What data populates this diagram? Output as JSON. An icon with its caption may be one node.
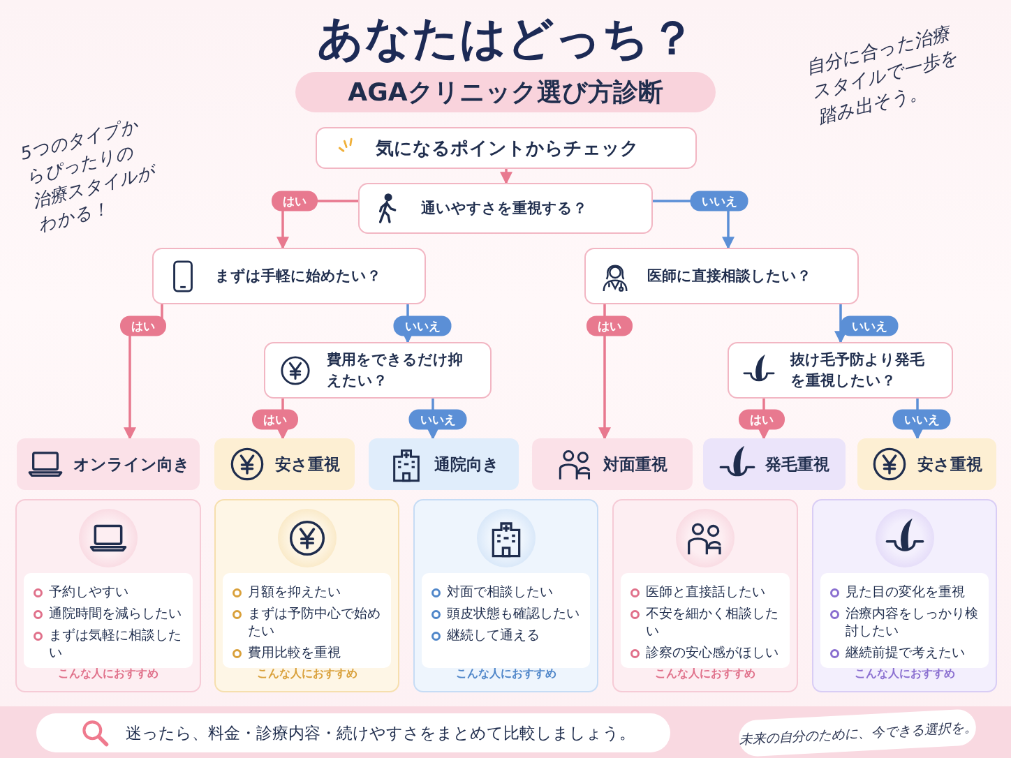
{
  "diagram": {
    "title": "あなたはどっち？",
    "nodes": [
      {
        "text": [
          "気になるポイントからチェック"
        ]
      },
      {
        "text": [
          "通いやすさを重視する？"
        ]
      },
      {
        "text": [
          "まずは手軽に始めたい？"
        ]
      },
      {
        "text": [
          "医師に直接相談したい？"
        ]
      },
      {
        "text": [
          "費用をできるだけ抑えたい？"
        ]
      },
      {
        "text": [
          "抜け毛予防より発毛を重視したい？"
        ]
      },
      {
        "text": [
          "オンライン向き"
        ]
      },
      {
        "text": [
          "安さ重視"
        ]
      },
      {
        "text": [
          "通院向き"
        ]
      },
      {
        "text": [
          "対面重視"
        ]
      },
      {
        "text": [
          "発毛重視"
        ]
      },
      {
        "text": [
          "安さ重視"
        ]
      },
      {
        "text": [
          "予約しやすい",
          "通院時間を減らしたい",
          "まずは気軽に相談したい",
          "こんな人におすすめ"
        ]
      },
      {
        "text": [
          "月額を抑えたい",
          "まずは予防中心で始めたい",
          "費用比較を重視",
          "こんな人におすすめ"
        ]
      },
      {
        "text": [
          "対面で相談したい",
          "頭皮状態も確認したい",
          "継続して通える",
          "こんな人におすすめ"
        ]
      },
      {
        "text": [
          "医師と直接話したい",
          "不安を細かく相談したい",
          "診察の安心感がほしい",
          "こんな人におすすめ"
        ]
      },
      {
        "text": [
          "見た目の変化を重視",
          "治療内容をしっかり検討したい",
          "継続前提で考えたい",
          "こんな人におすすめ"
        ]
      }
    ],
    "edges": [
      {
        "from": 0,
        "to": 1,
        "arrow": "to"
      },
      {
        "from": 1,
        "to": 2,
        "arrow": "to",
        "label": "はい"
      },
      {
        "from": 1,
        "to": 3,
        "arrow": "to",
        "label": "いいえ",
        "color": "#5b8fd6"
      },
      {
        "from": 2,
        "to": 6,
        "arrow": "to",
        "label": "はい"
      },
      {
        "from": 2,
        "to": 4,
        "arrow": "to",
        "label": "いいえ",
        "color": "#5b8fd6"
      },
      {
        "from": 3,
        "to": 9,
        "arrow": "to",
        "label": "はい"
      },
      {
        "from": 3,
        "to": 5,
        "arrow": "to",
        "label": "いいえ",
        "color": "#5b8fd6"
      },
      {
        "from": 4,
        "to": 7,
        "arrow": "to",
        "label": "はい"
      },
      {
        "from": 4,
        "to": 8,
        "arrow": "to",
        "label": "いいえ",
        "color": "#5b8fd6"
      },
      {
        "from": 5,
        "to": 10,
        "arrow": "to",
        "label": "はい"
      },
      {
        "from": 5,
        "to": 11,
        "arrow": "to",
        "label": "いいえ",
        "color": "#5b8fd6"
      }
    ],
    "labels": [
      "AGAクリニック選び方診断",
      "5つのタイプからぴったりの治療スタイルがわかる！",
      "自分に合った治療スタイルで一歩を踏み出そう。",
      "迷ったら、料金・診療内容・続けやすさをまとめて比較しましょう。",
      "未来の自分のために、今できる選択を。"
    ]
  }
}
